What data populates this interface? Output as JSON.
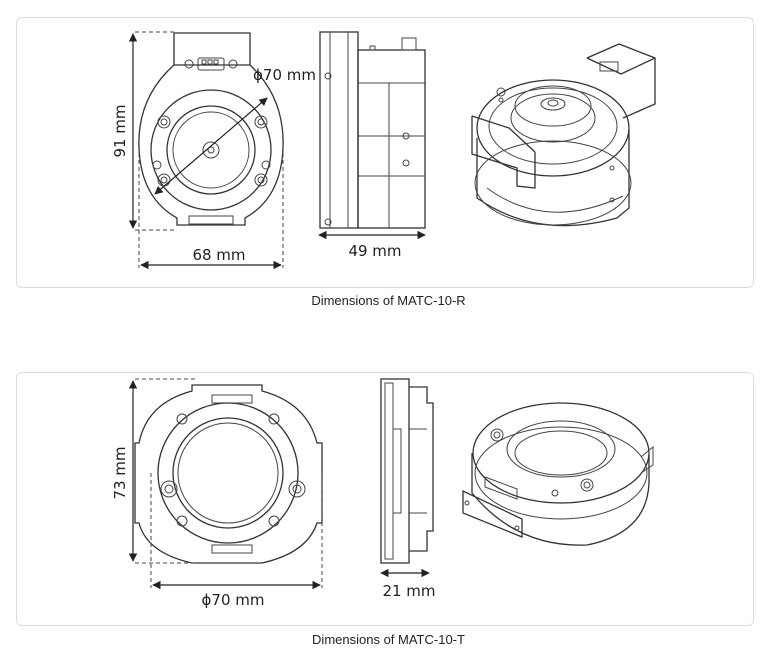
{
  "diagram_r": {
    "height_label": "91 mm",
    "width_label": "68 mm",
    "depth_label": "49 mm",
    "diameter_label": "ϕ70 mm",
    "caption": "Dimensions of MATC-10-R"
  },
  "diagram_t": {
    "height_label": "73 mm",
    "diameter_label": "ϕ70 mm",
    "depth_label": "21 mm",
    "caption": "Dimensions of MATC-10-T"
  }
}
